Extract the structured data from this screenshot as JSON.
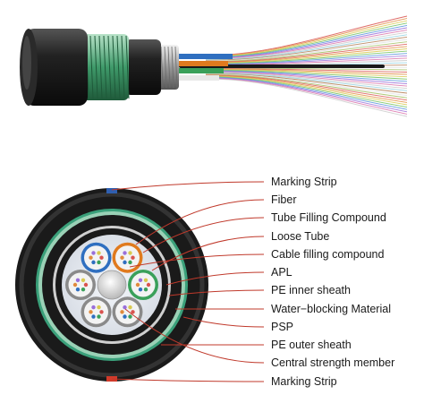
{
  "diagram": {
    "labels": [
      "Marking Strip",
      "Fiber",
      "Tube Filling Compound",
      "Loose Tube",
      "Cable filling compound",
      "APL",
      "PE inner sheath",
      "Water−blocking Material",
      "PSP",
      "PE outer sheath",
      "Central strength member",
      "Marking Strip"
    ],
    "colors": {
      "leader_line": "#c0392b",
      "outer_sheath": "#1c1c1c",
      "armor": "#3aa07a",
      "tube_blue": "#2f6fc0",
      "tube_orange": "#e07a1e",
      "tube_green": "#3aa05a",
      "tube_gray": "#8a8a8a",
      "marking_strip": "#d23a2a"
    },
    "icons": [
      "cable-side-view-illustration",
      "cable-cross-section-illustration"
    ]
  }
}
